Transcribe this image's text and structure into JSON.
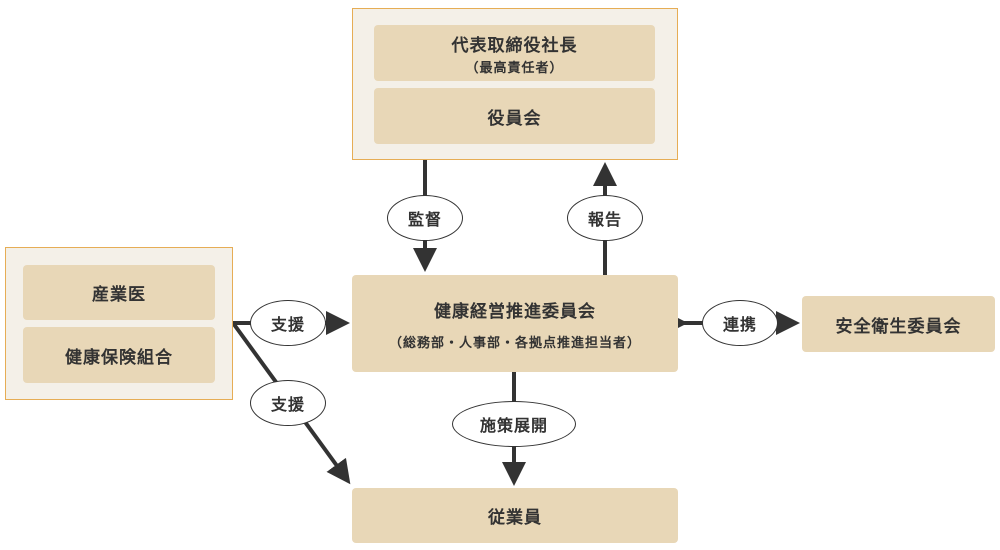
{
  "executive": {
    "ceo": "代表取締役社長",
    "ceo_sub": "（最高責任者）",
    "board": "役員会"
  },
  "external": {
    "doctor": "産業医",
    "insurance": "健康保険組合"
  },
  "committee": {
    "title": "健康経営推進委員会",
    "sub": "（総務部・人事部・各拠点推進担当者）"
  },
  "safety_committee": "安全衛生委員会",
  "employees": "従業員",
  "relations": {
    "supervise": "監督",
    "report": "報告",
    "support1": "支援",
    "support2": "支援",
    "deploy": "施策展開",
    "cooperate": "連携"
  },
  "colors": {
    "box": "#e8d7b7",
    "outer": "#f4f0e8",
    "outer_border": "#e6ad55",
    "line": "#333333"
  }
}
